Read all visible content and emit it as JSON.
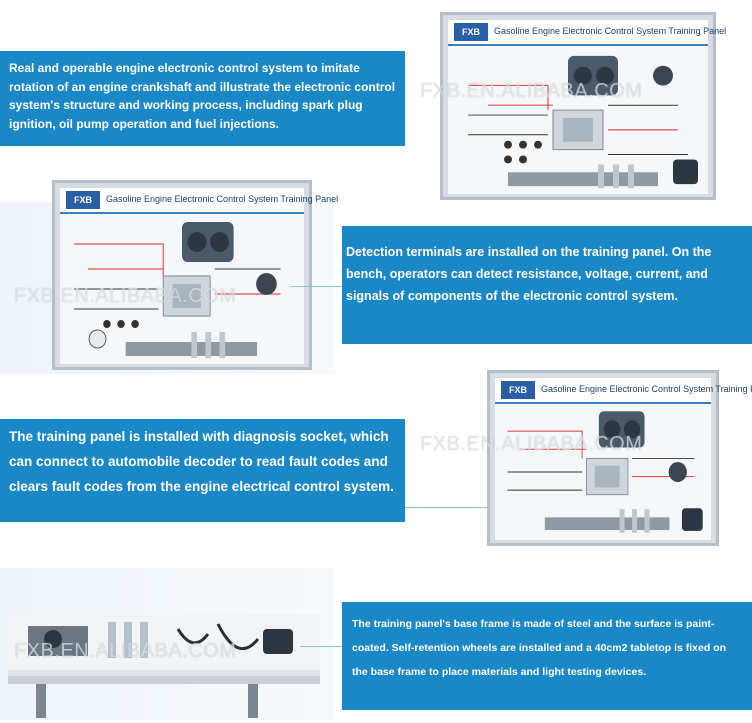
{
  "watermark": "FXB.EN.ALIBABA.COM",
  "panel": {
    "logo_text": "FXB",
    "title": "Gasoline Engine Electronic Control System Training Panel"
  },
  "sections": [
    {
      "caption": "Real and operable engine electronic control system to imitate rotation of an engine crankshaft and illustrate the electronic control system's structure and working process, including spark plug ignition, oil pump operation and fuel injections."
    },
    {
      "caption": "Detection terminals are installed on the training panel. On the bench, operators can detect resistance, voltage, current, and signals of components of the electronic control system."
    },
    {
      "caption": "The training panel is installed with diagnosis socket, which can connect to automobile decoder to read fault codes and clears fault codes from the engine electrical control system."
    },
    {
      "caption": "The training panel's base frame is made of steel and the surface is paint-coated. Self-retention wheels are installed and a 40cm2 tabletop is fixed on the base frame to place materials and light testing devices."
    }
  ],
  "colors": {
    "caption_bg": "#1a87c6",
    "caption_text": "#ffffff",
    "panel_accent": "#3a7fc0"
  }
}
